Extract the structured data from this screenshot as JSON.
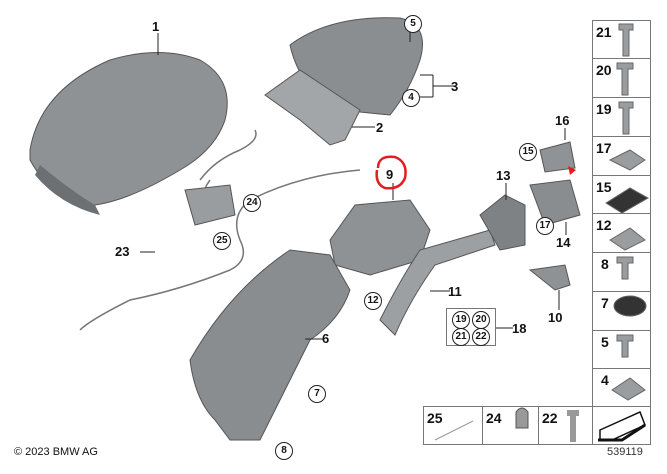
{
  "callouts": {
    "c1": "1",
    "c2": "2",
    "c3": "3",
    "c4": "4",
    "c5": "5",
    "c6": "6",
    "c7": "7",
    "c8": "8",
    "c9": "9",
    "c10": "10",
    "c11": "11",
    "c12": "12",
    "c13": "13",
    "c14": "14",
    "c15": "15",
    "c16": "16",
    "c17": "17",
    "c18": "18",
    "c23": "23",
    "c24": "24",
    "c25": "25"
  },
  "kit_18": [
    "19",
    "20",
    "21",
    "22"
  ],
  "side_column": [
    "21",
    "20",
    "19",
    "17",
    "15",
    "12",
    "8",
    "7",
    "5",
    "4"
  ],
  "bottom_row": [
    "25",
    "24",
    "22"
  ],
  "copyright": "© 2023 BMW AG",
  "diagram_number": "539119",
  "colors": {
    "part_gray": "#8a8d90",
    "highlight_red": "#e02020"
  }
}
